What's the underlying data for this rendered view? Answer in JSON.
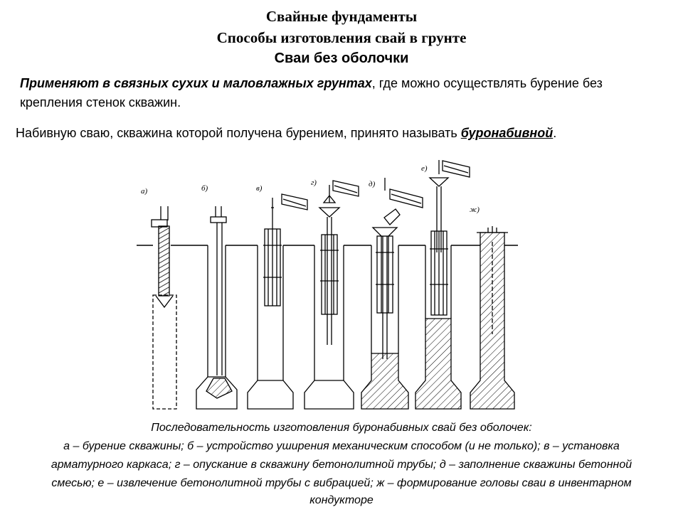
{
  "header": {
    "title1": "Свайные фундаменты",
    "title2": "Способы изготовления свай в грунте",
    "subtitle": "Сваи без оболочки"
  },
  "body": {
    "para1_bold": "Применяют в связных сухих и маловлажных грунтах",
    "para1_rest": ", где можно осуществлять бурение без",
    "para1_line2": "крепления стенок скважин.",
    "para2_start": "Набивную сваю, скважина которой получена бурением, принято называть ",
    "para2_term": "буронабивной",
    "para2_end": "."
  },
  "figure": {
    "stage_labels": [
      "а)",
      "б)",
      "в)",
      "г)",
      "д)",
      "е)",
      "ж)"
    ],
    "stages": [
      "бурение скважины",
      "устройство уширения механическим способом",
      "установка арматурного каркаса",
      "опускание в скважину бетонолитной трубы",
      "заполнение скважины бетонной смесью",
      "извлечение бетонолитной трубы с вибрацией",
      "формирование головы сваи в инвентарном кондукторе"
    ]
  },
  "caption": {
    "line1": "Последовательность изготовления буронабивных свай без оболочек:",
    "line2": "а – бурение скважины; б – устройство уширения механическим способом (и не только); в – установка",
    "line3": "арматурного каркаса; г – опускание в скважину бетонолитной трубы; д – заполнение скважины бетонной",
    "line4": "смесью; е – извлечение бетонолитной трубы с вибрацией; ж – формирование головы сваи в инвентарном",
    "line5": "кондукторе"
  },
  "colors": {
    "ink": "#000000",
    "background": "#ffffff"
  }
}
